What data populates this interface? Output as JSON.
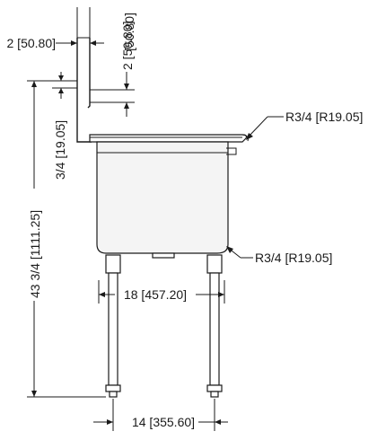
{
  "dimensions": {
    "backsplash_width": "2 [50.80]",
    "backsplash_depth": "2 [50.80]",
    "backsplash_height": "3/4 [19.05]",
    "overall_height": "43 3/4 [1111.25]",
    "front_edge_radius": "R3/4 [R19.05]",
    "bowl_corner_radius": "R3/4 [R19.05]",
    "leg_spacing_top": "18 [457.20]",
    "leg_spacing_bottom": "14 [355.60]"
  },
  "colors": {
    "line": "#1a1a1a",
    "background": "#ffffff",
    "bowl_fill": "#f4f4f4"
  }
}
